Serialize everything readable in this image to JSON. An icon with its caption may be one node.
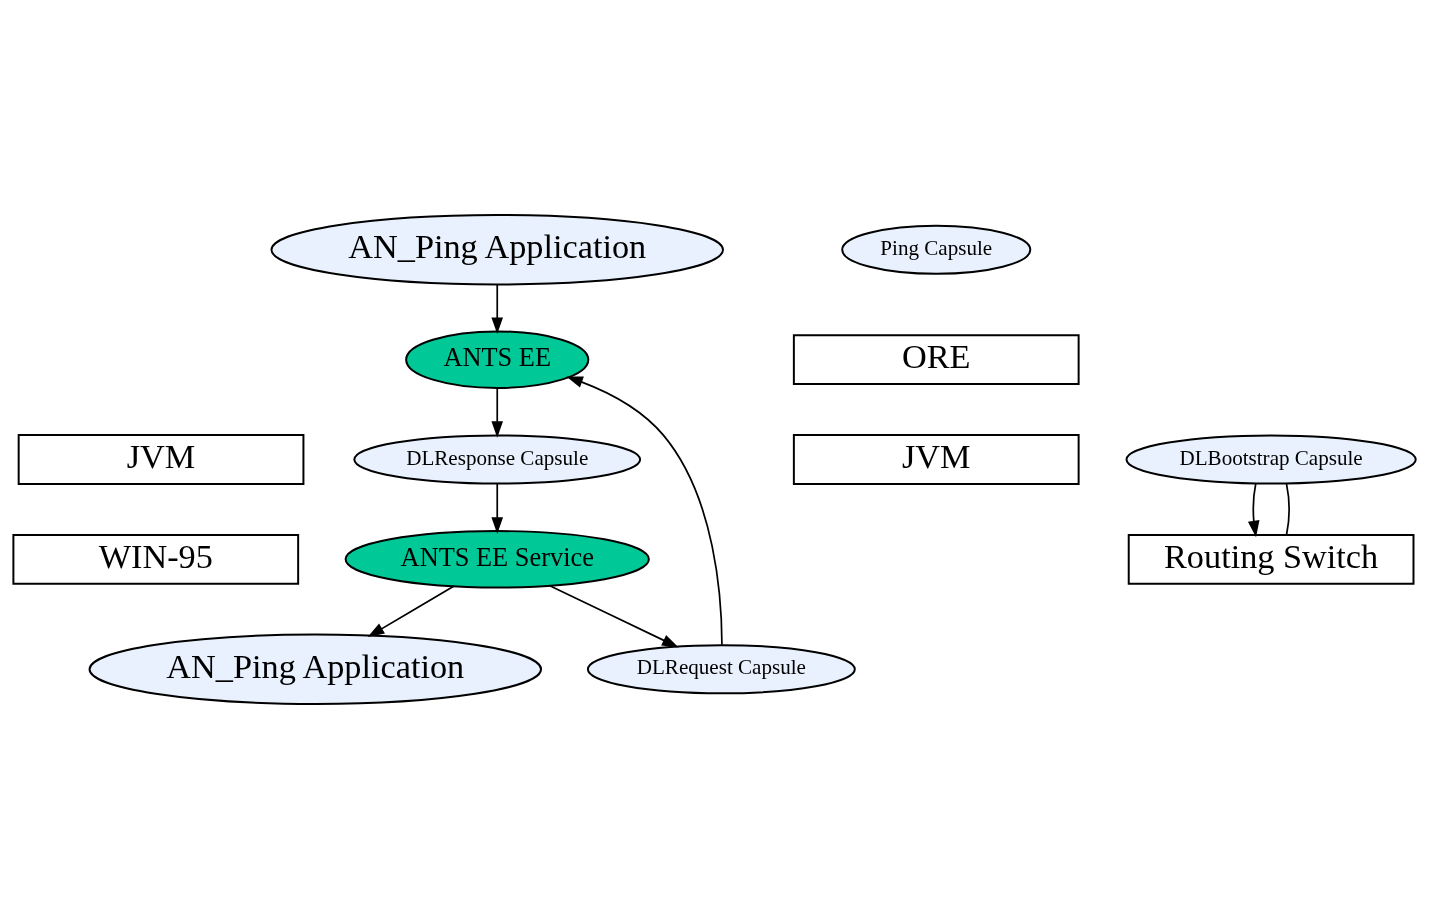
{
  "diagram": {
    "nodes": [
      {
        "text": [
          "AN_Ping Application"
        ]
      },
      {
        "text": [
          "ANTS EE"
        ]
      },
      {
        "text": [
          "JVM"
        ]
      },
      {
        "text": [
          "WIN-95"
        ]
      },
      {
        "text": [
          "AN_Ping Application"
        ]
      },
      {
        "text": [
          "ANTS EE Service"
        ]
      },
      {
        "text": [
          "Ping Capsule"
        ]
      },
      {
        "text": [
          "ORE"
        ]
      },
      {
        "text": [
          "JVM"
        ]
      },
      {
        "text": [
          "Routing Switch"
        ]
      },
      {
        "text": [
          "DLResponse Capsule"
        ]
      },
      {
        "text": [
          "DLBootstrap Capsule"
        ]
      },
      {
        "text": [
          "DLRequest Capsule"
        ]
      }
    ],
    "edges": [
      {
        "from": 0,
        "to": 1,
        "arrow": "to"
      },
      {
        "from": 5,
        "to": 4,
        "arrow": "to"
      },
      {
        "from": 1,
        "to": 10,
        "arrow": "to"
      },
      {
        "from": 10,
        "to": 5,
        "arrow": "to"
      },
      {
        "from": 5,
        "to": 12,
        "arrow": "to"
      },
      {
        "from": 12,
        "to": 1,
        "arrow": "to"
      },
      {
        "from": 11,
        "to": 9,
        "arrow": "to"
      },
      {
        "from": 11,
        "to": 9,
        "arrow": "none"
      }
    ]
  }
}
